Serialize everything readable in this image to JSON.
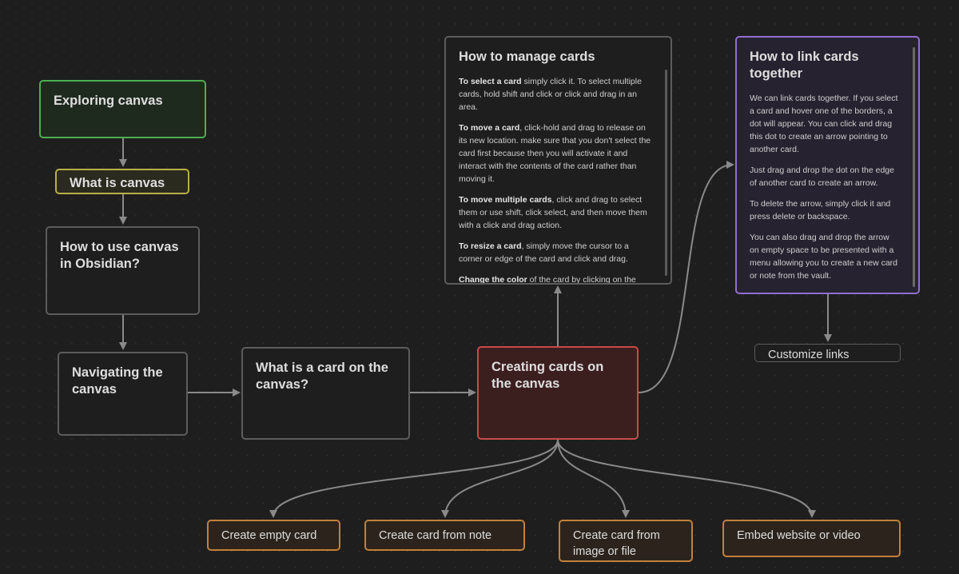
{
  "cards": {
    "exploring": {
      "title": "Exploring canvas"
    },
    "what_is_canvas": {
      "title": "What is canvas"
    },
    "how_to_use": {
      "title": "How to use canvas in Obsidian?"
    },
    "navigating": {
      "title": "Navigating the canvas"
    },
    "what_is_card": {
      "title": "What is a card on the canvas?"
    },
    "creating": {
      "title": "Creating cards on the canvas"
    },
    "manage": {
      "title": "How to manage cards",
      "p1_bold": "To select a card",
      "p1": " simply click it. To select multiple cards, hold shift and click or click and drag in an area.",
      "p2_bold": "To move a card",
      "p2": ", click-hold and drag to release on its new location. make sure that you don't select the card first because then you will activate it and interact with the contents of the card rather than moving it.",
      "p3_bold": "To move multiple cards",
      "p3": ", click and drag to select them or use shift, click select, and then move them with a click and drag action.",
      "p4_bold": "To resize a card",
      "p4": ", simply move the cursor to a corner or edge of the card and click and drag.",
      "p5_bold": "Change the color",
      "p5": " of the card by clicking on the"
    },
    "link": {
      "title": "How to link cards together",
      "p1": "We can link cards together. If you select a card and hover one of the borders, a dot will appear. You can click and drag this dot to create an arrow pointing to another card.",
      "p2": "Just drag and drop the dot on the edge of another card to create an arrow.",
      "p3": "To delete the arrow, simply click it and press delete or backspace.",
      "p4": "You can also drag and drop the arrow on empty space to be presented with a menu allowing you to create a new card or note from the vault."
    },
    "customize": {
      "title": "Customize links"
    },
    "empty": {
      "title": "Create empty card"
    },
    "from_note": {
      "title": "Create card from note"
    },
    "from_image": {
      "title": "Create card from image or file"
    },
    "embed": {
      "title": "Embed website or video"
    }
  },
  "colors": {
    "edge": "#8a8a8a",
    "green": "#4caf50",
    "yellow": "#b8ae4a",
    "red": "#c94a4a",
    "purple": "#8f6fcf",
    "orange": "#c3803a"
  }
}
